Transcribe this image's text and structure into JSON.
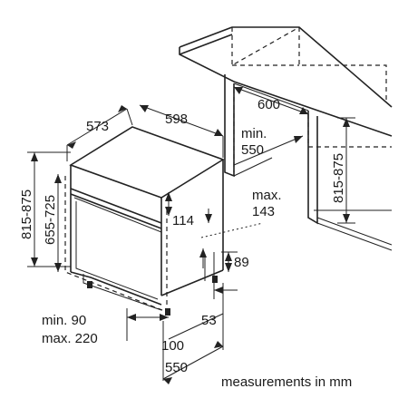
{
  "diagram": {
    "labels": {
      "depth_573": "573",
      "width_598": "598",
      "width_600": "600",
      "min_550_line1": "min.",
      "min_550_line2": "550",
      "height_815_875_left": "815-875",
      "height_655_725": "655-725",
      "height_815_875_right": "815-875",
      "dim_114": "114",
      "max_143_line1": "max.",
      "max_143_line2": "143",
      "dim_89": "89",
      "dim_53": "53",
      "min_90": "min. 90",
      "max_220": "max. 220",
      "dim_100": "100",
      "dim_550": "550"
    },
    "caption": "measurements in mm"
  }
}
